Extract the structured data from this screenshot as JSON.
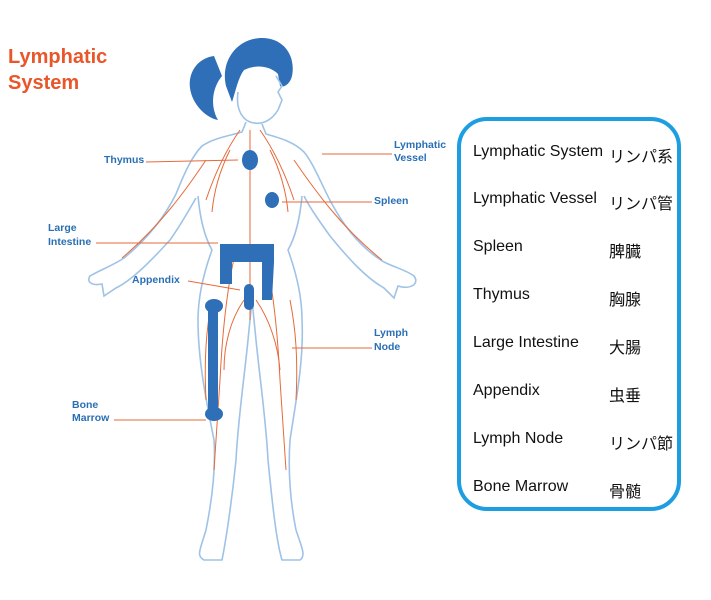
{
  "colors": {
    "title": "#e8562a",
    "label": "#2a6fb4",
    "organ": "#2f6fb8",
    "vessel": "#e66a3a",
    "outline": "#9fc3e6",
    "frame": "#1d9ee0"
  },
  "title": {
    "line1": "Lymphatic",
    "line2": "System"
  },
  "labels": {
    "thymus": "Thymus",
    "lymphatic_vessel_1": "Lymphatic",
    "lymphatic_vessel_2": "Vessel",
    "spleen": "Spleen",
    "large_intestine_1": "Large",
    "large_intestine_2": "Intestine",
    "appendix": "Appendix",
    "lymph_node_1": "Lymph",
    "lymph_node_2": "Node",
    "bone_marrow_1": "Bone",
    "bone_marrow_2": "Marrow"
  },
  "glossary": [
    {
      "en": "Lymphatic System",
      "ja": "リンパ系"
    },
    {
      "en": "Lymphatic Vessel",
      "ja": "リンパ管"
    },
    {
      "en": "Spleen",
      "ja": "脾臓"
    },
    {
      "en": "Thymus",
      "ja": "胸腺"
    },
    {
      "en": "Large Intestine",
      "ja": "大腸"
    },
    {
      "en": "Appendix",
      "ja": "虫垂"
    },
    {
      "en": "Lymph Node",
      "ja": "リンパ節"
    },
    {
      "en": "Bone Marrow",
      "ja": "骨髄"
    }
  ]
}
